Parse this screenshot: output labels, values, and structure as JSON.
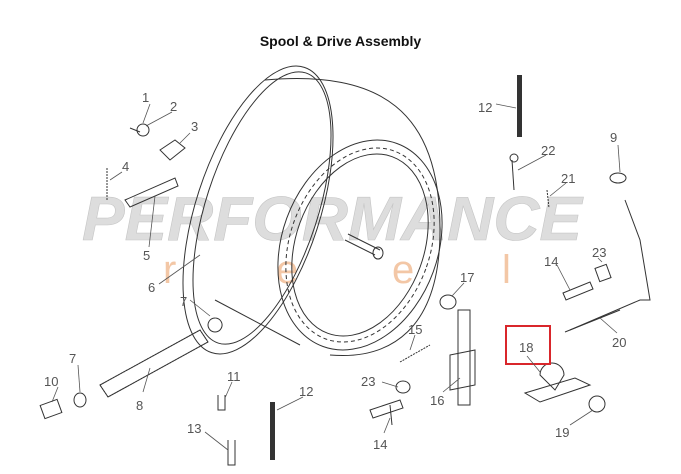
{
  "title": "Spool & Drive Assembly",
  "watermark": {
    "brand": "PERFORMANCE",
    "sub": [
      "r",
      "e",
      "e",
      "l"
    ],
    "sub_color": "#f0b27f"
  },
  "highlight": {
    "part": "18",
    "color": "#d9262b"
  },
  "parts": [
    {
      "id": "p1",
      "label": "1"
    },
    {
      "id": "p2",
      "label": "2"
    },
    {
      "id": "p3",
      "label": "3"
    },
    {
      "id": "p4",
      "label": "4"
    },
    {
      "id": "p5",
      "label": "5"
    },
    {
      "id": "p6",
      "label": "6"
    },
    {
      "id": "p7a",
      "label": "7"
    },
    {
      "id": "p7b",
      "label": "7"
    },
    {
      "id": "p8",
      "label": "8"
    },
    {
      "id": "p10",
      "label": "10"
    },
    {
      "id": "p11",
      "label": "11"
    },
    {
      "id": "p12a",
      "label": "12"
    },
    {
      "id": "p13",
      "label": "13"
    },
    {
      "id": "p12b",
      "label": "12"
    },
    {
      "id": "p22",
      "label": "22"
    },
    {
      "id": "p21",
      "label": "21"
    },
    {
      "id": "p9",
      "label": "9"
    },
    {
      "id": "p23a",
      "label": "23"
    },
    {
      "id": "p14a",
      "label": "14"
    },
    {
      "id": "p17",
      "label": "17"
    },
    {
      "id": "p15",
      "label": "15"
    },
    {
      "id": "p23b",
      "label": "23"
    },
    {
      "id": "p16",
      "label": "16"
    },
    {
      "id": "p14b",
      "label": "14"
    },
    {
      "id": "p18",
      "label": "18"
    },
    {
      "id": "p20",
      "label": "20"
    },
    {
      "id": "p19",
      "label": "19"
    }
  ]
}
